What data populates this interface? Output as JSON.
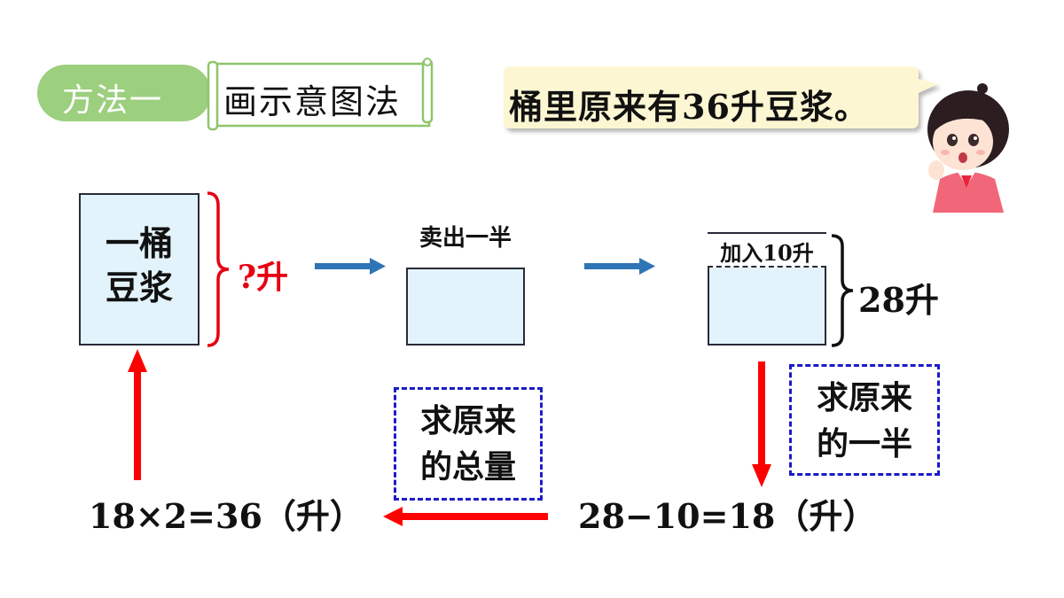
{
  "header": {
    "method_label": "方法一",
    "method_name": "画示意图法",
    "speech": "桶里原来有36升豆浆。"
  },
  "diagram": {
    "box1": {
      "line1": "一桶",
      "line2": "豆浆"
    },
    "box1_brace_label": "?升",
    "box2": {
      "label": "卖出一半"
    },
    "box3": {
      "label": "加入10升"
    },
    "box3_brace_label": "28升",
    "frame_left": {
      "line1": "求原来",
      "line2": "的总量"
    },
    "frame_right": {
      "line1": "求原来",
      "line2": "的一半"
    },
    "equation_left": "18×2=36（升）",
    "equation_right": "28−10=18（升）"
  },
  "colors": {
    "badge_green": "#9ccf7e",
    "arrow_red": "#ff0000",
    "arrow_blue": "#2f75b5",
    "dash_blue": "#1b1bc8",
    "fill_blue": "#e3f3fb"
  },
  "icons": [
    "scroll-banner",
    "speech-bubble",
    "girl-character"
  ]
}
